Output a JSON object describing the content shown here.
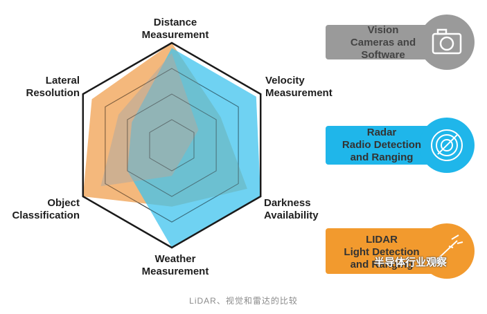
{
  "axes": [
    {
      "id": "distance",
      "label": "Distance\nMeasurement"
    },
    {
      "id": "velocity",
      "label": "Velocity\nMeasurement"
    },
    {
      "id": "darkness",
      "label": "Darkness\nAvailability"
    },
    {
      "id": "weather",
      "label": "Weather\nMeasurement"
    },
    {
      "id": "object",
      "label": "Object\nClassification"
    },
    {
      "id": "lateral",
      "label": "Lateral\nResolution"
    }
  ],
  "series": [
    {
      "name": "LIDAR",
      "color": "#f0a050",
      "values": [
        1.0,
        0.55,
        0.85,
        0.6,
        1.0,
        0.9
      ]
    },
    {
      "name": "Radar",
      "color": "#3fc3ee",
      "values": [
        0.95,
        0.95,
        1.0,
        1.0,
        0.5,
        0.45
      ]
    },
    {
      "name": "Vision",
      "color": "#b0aaa0",
      "values": [
        0.9,
        0.3,
        0.15,
        0.3,
        0.8,
        0.6
      ]
    }
  ],
  "legend": [
    {
      "title": "Vision\nCameras and\nSoftware",
      "color": "#9a9a9a",
      "icon": "camera-icon"
    },
    {
      "title": "Radar\nRadio Detection\nand Ranging",
      "color": "#1fb6ea",
      "icon": "radar-icon"
    },
    {
      "title": "LIDAR\nLight Detection\nand Ranging",
      "color": "#f29a2e",
      "icon": "laser-icon"
    }
  ],
  "caption": "LiDAR、视觉和雷达的比较",
  "watermark": "半导体行业观察"
}
